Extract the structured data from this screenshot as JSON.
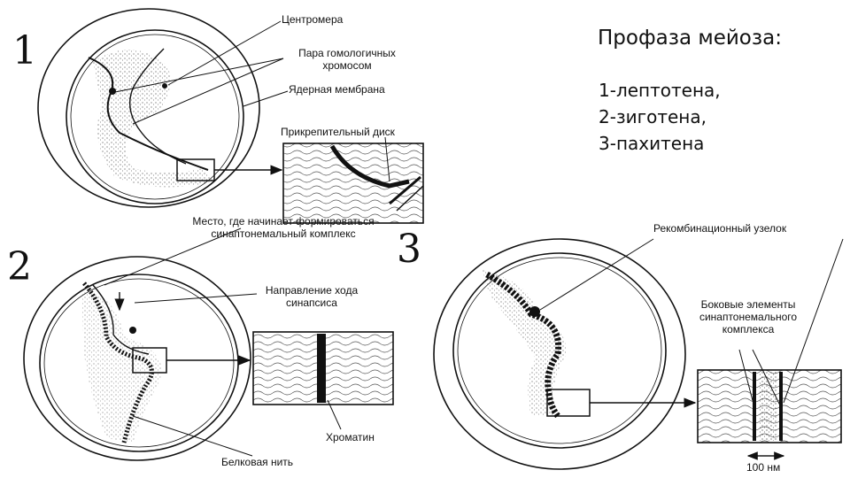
{
  "title": "Профаза мейоза:",
  "stages": [
    "1-лептотена,",
    "2-зиготена,",
    "3-пахитена"
  ],
  "panels": [
    {
      "number": "1"
    },
    {
      "number": "2"
    },
    {
      "number": "3"
    }
  ],
  "labels": {
    "centromere": "Центромера",
    "homolog_pair_1": "Пара гомологичных",
    "homolog_pair_2": "хромосом",
    "nuclear_membrane": "Ядерная мембрана",
    "attachment_disc": "Прикрепительный диск",
    "sc_start_1": "Место, где начинает формироваться",
    "sc_start_2": "синаптонемальный комплекс",
    "synapsis_dir_1": "Направление хода",
    "synapsis_dir_2": "синапсиса",
    "chromatin": "Хроматин",
    "protein_thread": "Белковая нить",
    "recomb_nodule": "Рекомбинационный узелок",
    "lateral_1": "Боковые элементы",
    "lateral_2": "синаптонемального",
    "lateral_3": "комплекса",
    "scale": "100 нм"
  }
}
